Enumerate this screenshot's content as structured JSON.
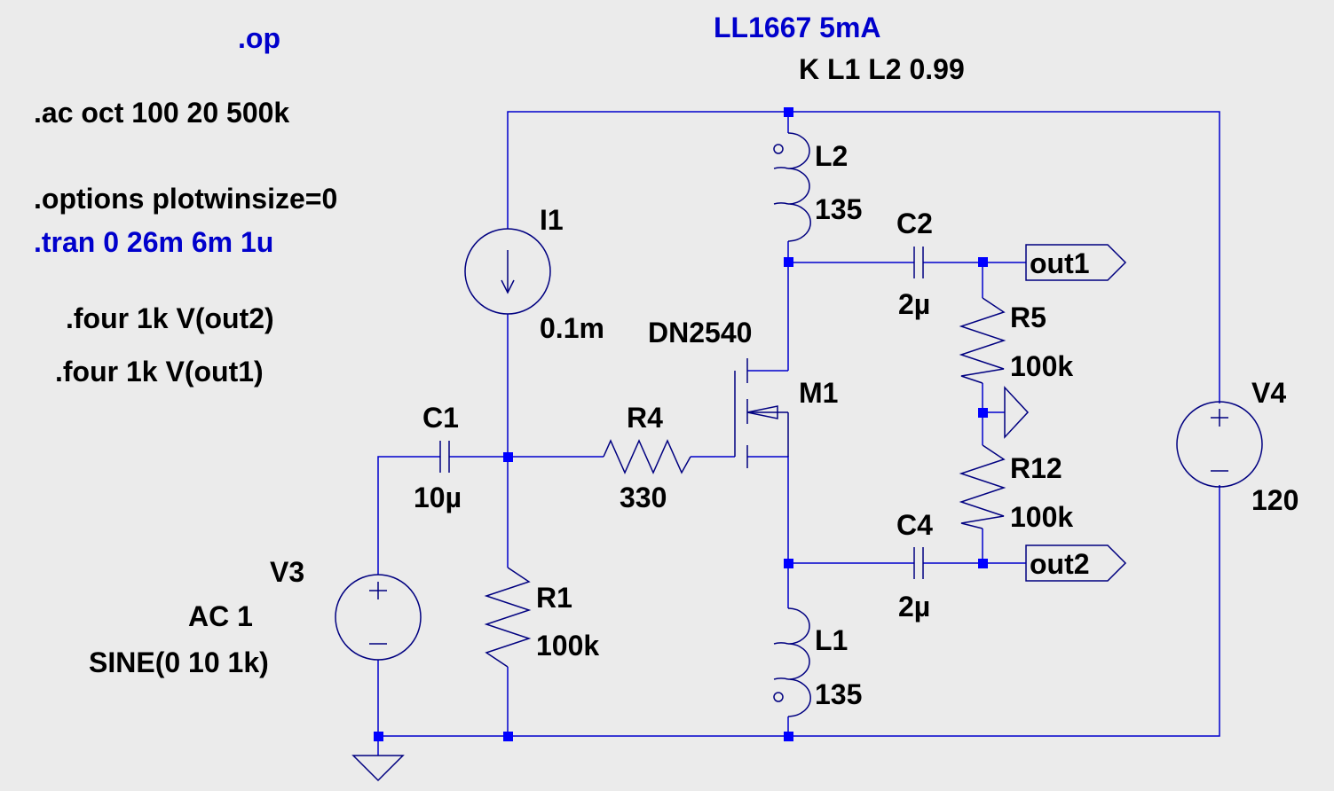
{
  "colors": {
    "background": "#EBEBEB",
    "wire": "#0000CC",
    "symbol": "#000080",
    "junction": "#0000FF",
    "text": "#000000",
    "directive_highlight": "#0000CC"
  },
  "directives": {
    "op": ".op",
    "ac": ".ac oct 100 20 500k",
    "options": ".options plotwinsize=0",
    "tran": ".tran 0 26m 6m 1u",
    "four_out2": ".four 1k V(out2)",
    "four_out1": ".four 1k V(out1)",
    "transformer_note": "LL1667 5mA",
    "coupling": "K L1 L2 0.99"
  },
  "components": {
    "I1": {
      "name": "I1",
      "value": "0.1m"
    },
    "V3": {
      "name": "V3",
      "ac": "AC 1",
      "value": "SINE(0 10 1k)"
    },
    "C1": {
      "name": "C1",
      "value": "10µ"
    },
    "R1": {
      "name": "R1",
      "value": "100k"
    },
    "R4": {
      "name": "R4",
      "value": "330"
    },
    "M1": {
      "name": "M1",
      "model": "DN2540"
    },
    "L2": {
      "name": "L2",
      "value": "135"
    },
    "L1": {
      "name": "L1",
      "value": "135"
    },
    "C2": {
      "name": "C2",
      "value": "2µ"
    },
    "C4": {
      "name": "C4",
      "value": "2µ"
    },
    "R5": {
      "name": "R5",
      "value": "100k"
    },
    "R12": {
      "name": "R12",
      "value": "100k"
    },
    "V4": {
      "name": "V4",
      "value": "120"
    }
  },
  "net_labels": {
    "out1": "out1",
    "out2": "out2"
  },
  "icons": {
    "ground": "ground-icon",
    "voltage_source": "voltage-source-icon",
    "current_source": "current-source-icon",
    "resistor": "resistor-icon",
    "capacitor": "capacitor-icon",
    "inductor": "inductor-icon",
    "mosfet": "mosfet-icon",
    "net_label": "net-label-icon"
  }
}
